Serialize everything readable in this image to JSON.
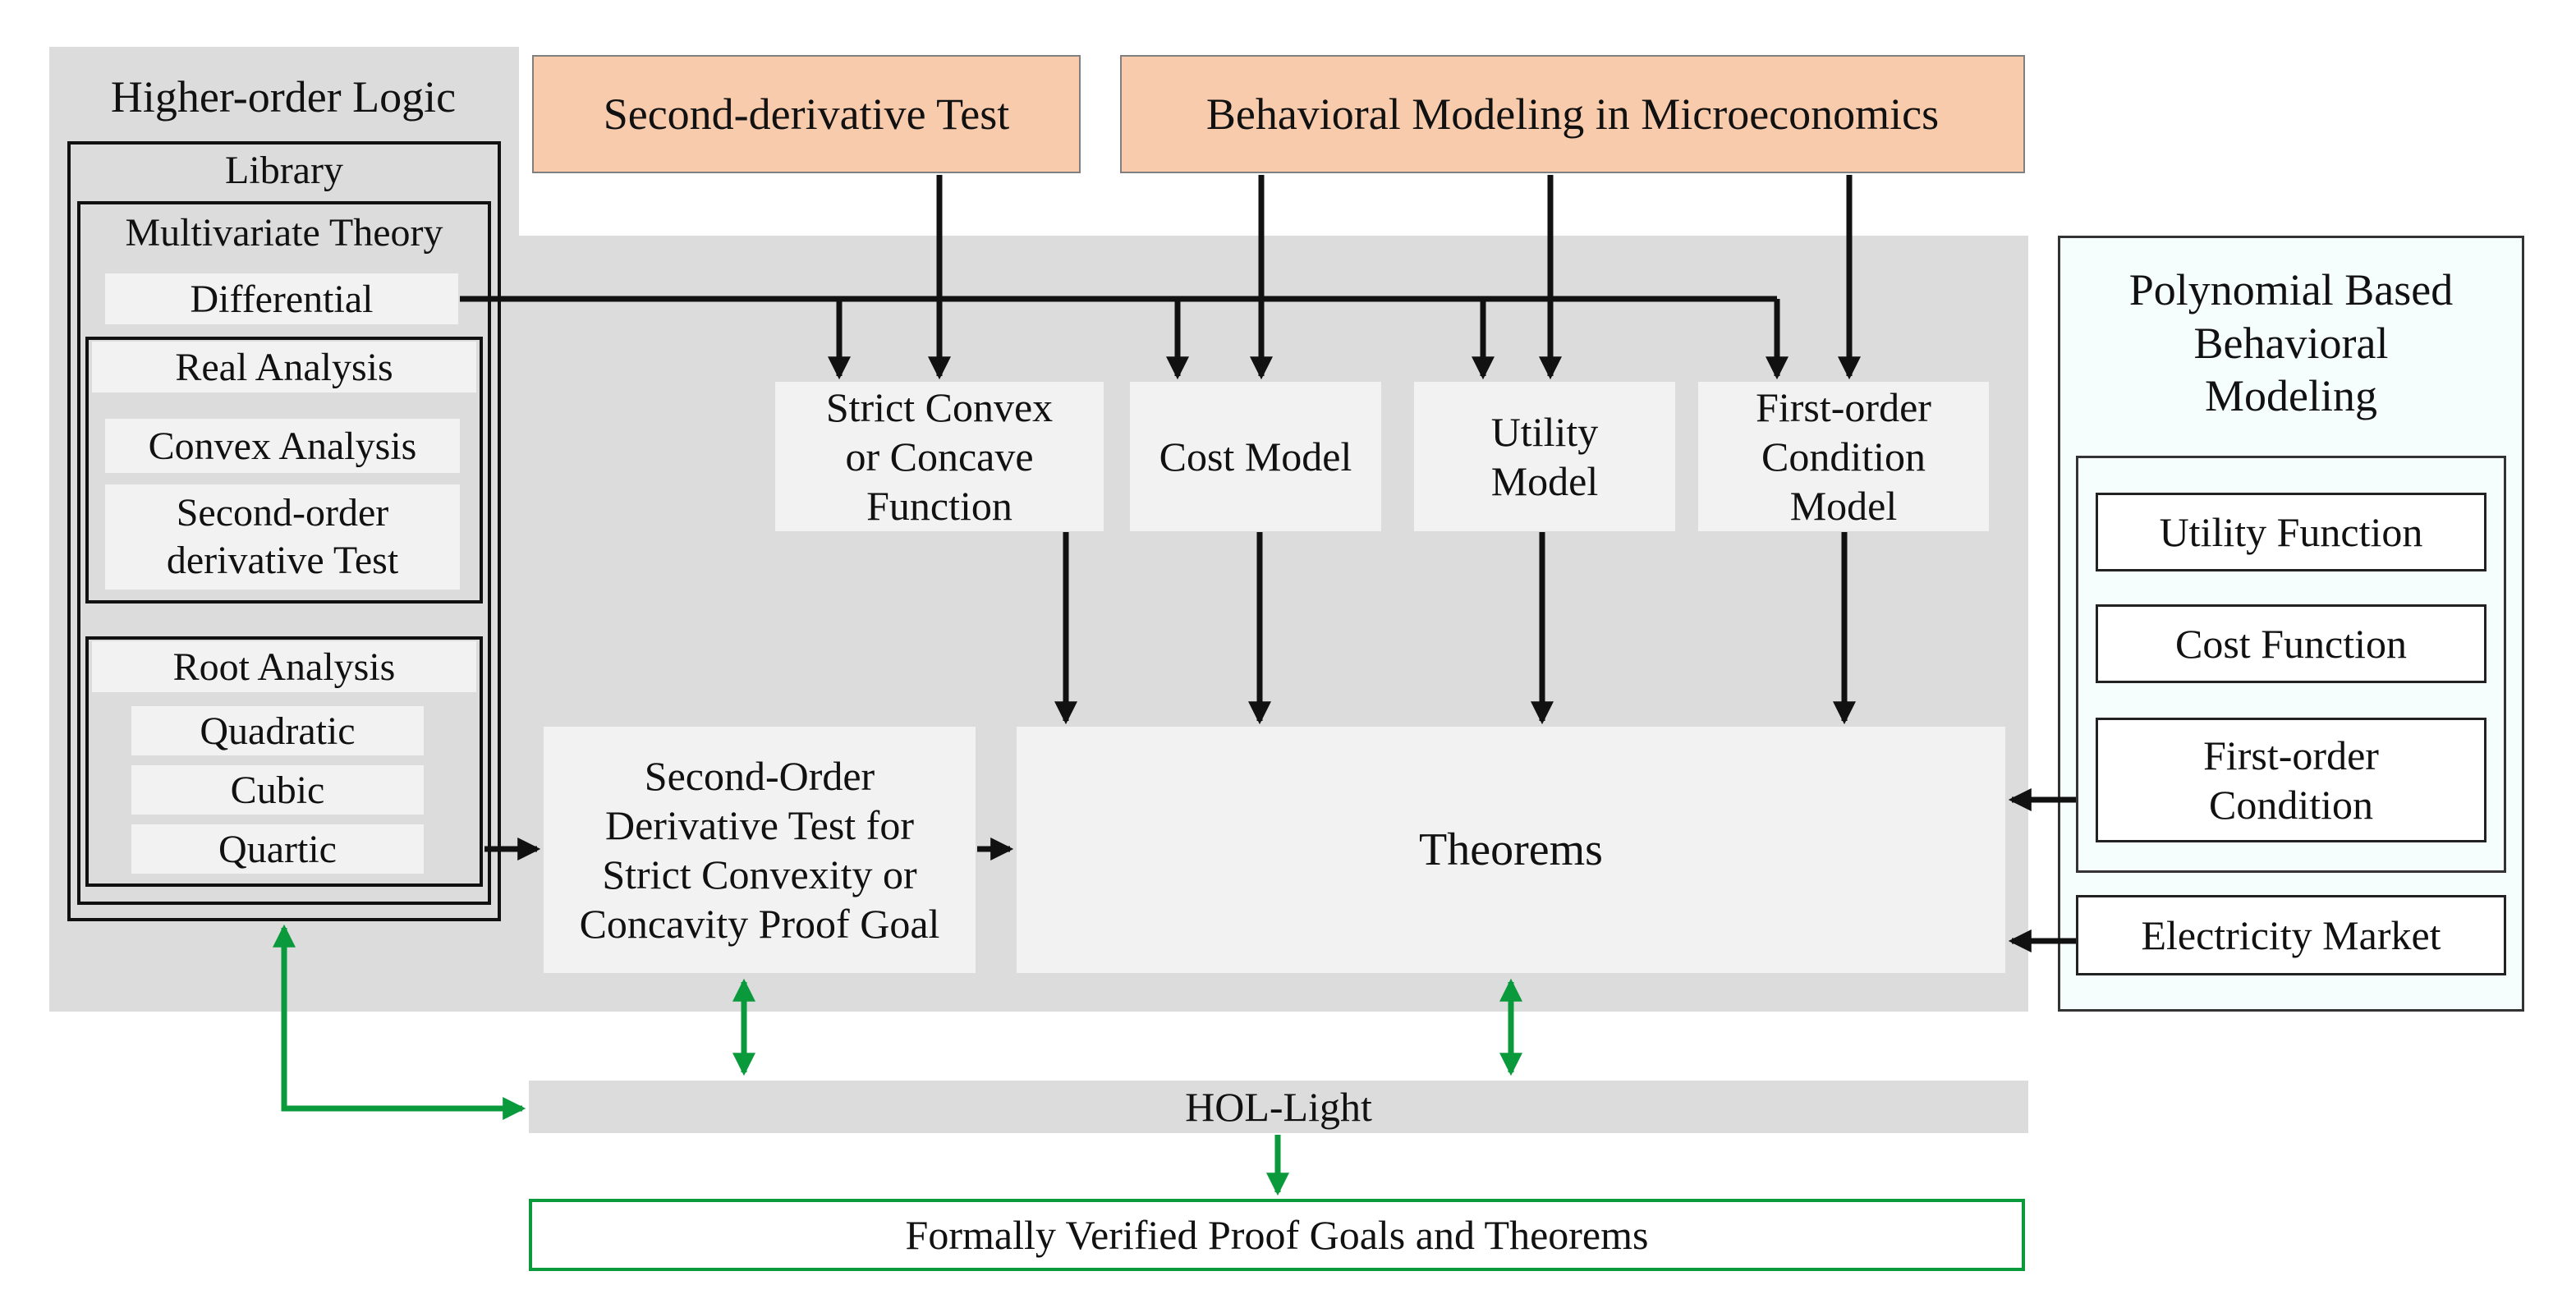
{
  "colors": {
    "region_gray": "#dcdcdc",
    "box_light": "#f2f2f2",
    "input_orange": "#f8cbad",
    "arrow_black": "#111111",
    "arrow_green": "#0a9a3c",
    "panel_bg": "#f5fdfd"
  },
  "hol": {
    "title": "Higher-order Logic",
    "library": "Library",
    "multivariate": "Multivariate Theory",
    "differential": "Differential",
    "real_analysis": "Real Analysis",
    "convex_analysis": "Convex Analysis",
    "second_order_test": "Second-order\nderivative  Test",
    "root_analysis": "Root Analysis",
    "quadratic": "Quadratic",
    "cubic": "Cubic",
    "quartic": "Quartic"
  },
  "inputs": {
    "second_derivative_test": "Second-derivative Test",
    "behavioral_modeling": "Behavioral Modeling in Microeconomics"
  },
  "models": {
    "strict_convex": "Strict Convex\nor Concave\nFunction",
    "cost_model": "Cost Model",
    "utility_model": "Utility\nModel",
    "first_order_model": "First-order\nCondition\nModel"
  },
  "proof_goal": "Second-Order\nDerivative Test for\nStrict Convexity or\nConcavity Proof Goal",
  "theorems": "Theorems",
  "polynomial": {
    "title": "Polynomial Based\nBehavioral\nModeling",
    "utility_function": "Utility Function",
    "cost_function": "Cost Function",
    "first_order_condition": "First-order\nCondition",
    "electricity_market": "Electricity Market"
  },
  "hol_light": "HOL-Light",
  "verified": "Formally Verified Proof Goals and Theorems"
}
